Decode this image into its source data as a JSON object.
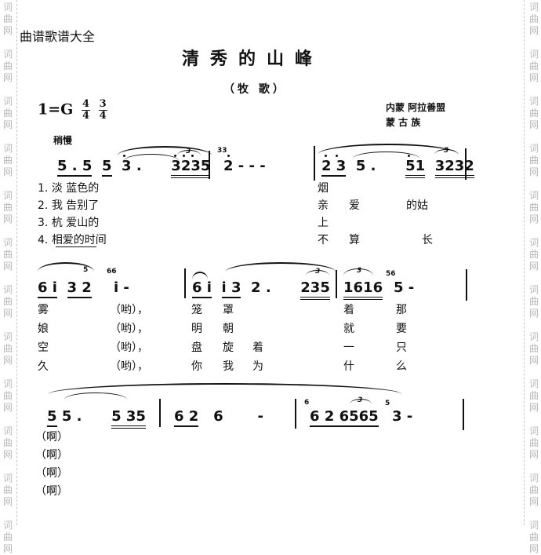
{
  "watermark": {
    "chars": [
      "词",
      "曲",
      "网"
    ]
  },
  "header": {
    "site_label": "曲谱歌谱大全",
    "title": "清秀的山峰",
    "subtitle": "（牧  歌）",
    "key": "1=G",
    "time_signatures": [
      {
        "numerator": "4",
        "denominator": "4"
      },
      {
        "numerator": "3",
        "denominator": "4"
      }
    ],
    "credits": {
      "line1": "内蒙  阿拉善盟",
      "line2": "蒙    古    族"
    },
    "tempo": "稍慢"
  },
  "score": {
    "system1": {
      "measure1": [
        "5 . 5",
        "5",
        "3 .",
        "3235"
      ],
      "measure2": {
        "grace": "33",
        "notes": "2 - - -"
      },
      "measure3": [
        "2 3",
        "5 .",
        "51",
        "3232"
      ],
      "lyrics": [
        {
          "num": "1.",
          "left": "淡    蓝色的",
          "right": [
            "烟"
          ]
        },
        {
          "num": "2.",
          "left": "我    告别了",
          "right": [
            "亲",
            "爱",
            "的姑"
          ]
        },
        {
          "num": "3.",
          "left": "杭    爱山的",
          "right": [
            "上"
          ]
        },
        {
          "num": "4.",
          "left": "相爱的时间",
          "right": [
            "不",
            "算",
            "长"
          ]
        }
      ]
    },
    "system2": {
      "measure1": {
        "notes": [
          "6 i",
          "3 2"
        ],
        "grace1": "5",
        "grace2": "66",
        "tail": "i  -"
      },
      "measure2": [
        "6 i",
        "i 3",
        "2 .",
        "235"
      ],
      "measure3": {
        "notes": "1616",
        "grace": "56",
        "tail": "5  -"
      },
      "lyrics": [
        [
          "雾",
          "（哟），",
          "笼",
          "罩",
          "",
          "着",
          "那"
        ],
        [
          "娘",
          "（哟），",
          "明",
          "朝",
          "",
          "就",
          "要"
        ],
        [
          "空",
          "（哟），",
          "盘",
          "旋",
          "着",
          "一",
          "只"
        ],
        [
          "久",
          "（哟），",
          "你",
          "我",
          "为",
          "什",
          "么"
        ]
      ]
    },
    "system3": {
      "measure1": [
        "5",
        "5 .",
        "5 35"
      ],
      "measure2": [
        "6 2",
        "6",
        "-"
      ],
      "measure3": {
        "grace1": "6",
        "notes": "6 2  6565",
        "grace2": "5",
        "tail": "3  -"
      },
      "lyrics": [
        "（啊）",
        "（啊）",
        "（啊）",
        "（啊）"
      ]
    }
  }
}
